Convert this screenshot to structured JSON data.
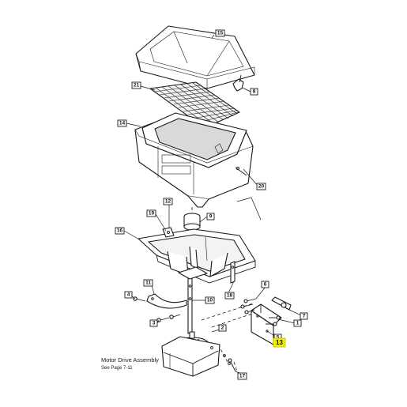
{
  "callouts": {
    "c15": "15",
    "c8": "8",
    "c21": "21",
    "c14": "14",
    "c20": "20",
    "c12": "12",
    "c19": "19",
    "c9": "9",
    "c16": "16",
    "c11": "11",
    "c4": "4",
    "c3": "3",
    "c10": "10",
    "c18": "18",
    "c6": "6",
    "c2": "2",
    "c1": "1",
    "c7": "7",
    "c5": "5",
    "c13": "13",
    "c17": "17"
  },
  "highlight_color": "#f4f000",
  "note": {
    "title": "Motor Drive Assembly",
    "subtitle": "See Page 7-11"
  }
}
